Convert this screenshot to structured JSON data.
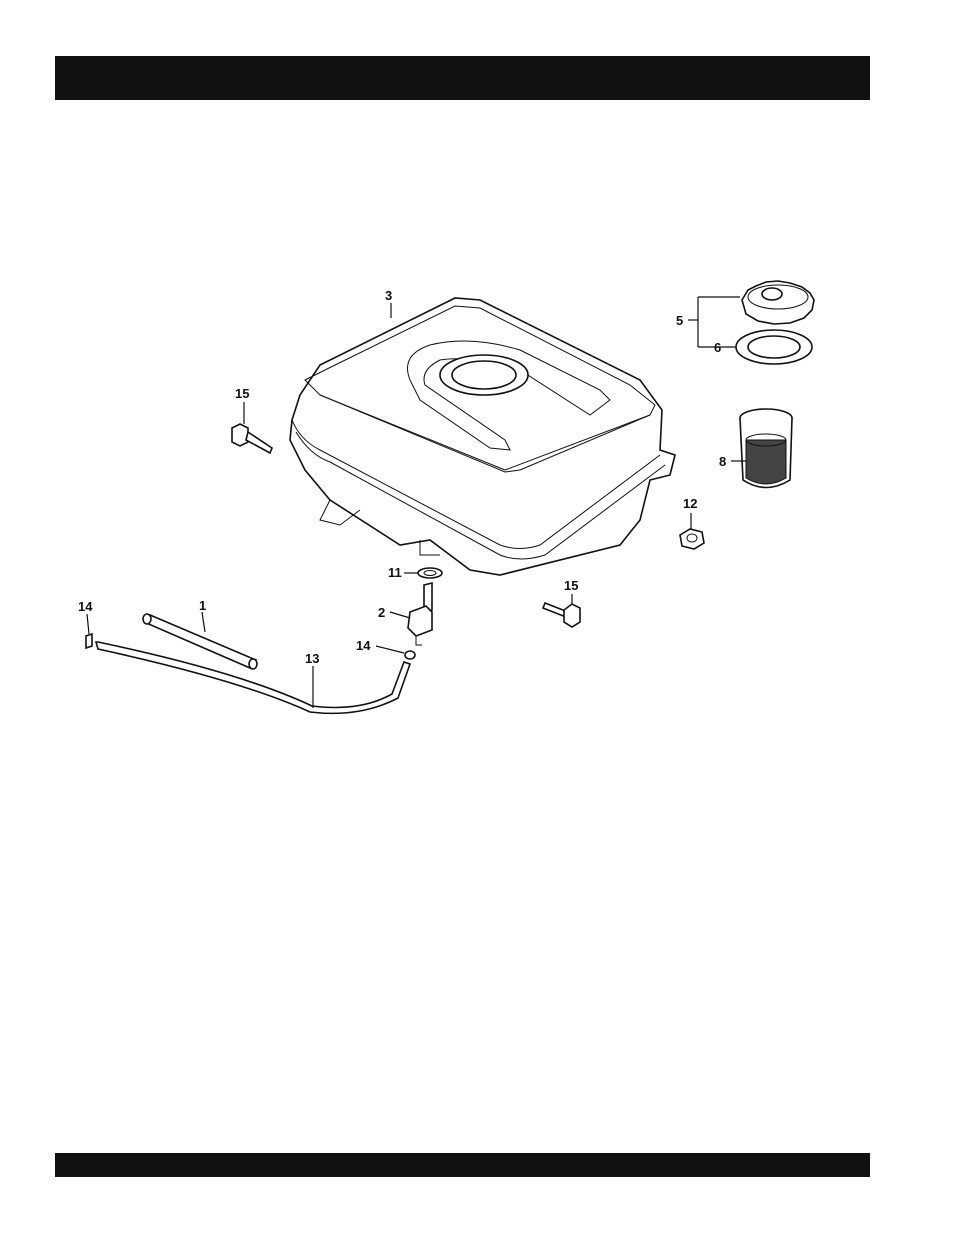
{
  "header": {
    "title": ""
  },
  "diagram": {
    "callouts": [
      {
        "id": "c3",
        "label": "3"
      },
      {
        "id": "c5",
        "label": "5"
      },
      {
        "id": "c6",
        "label": "6"
      },
      {
        "id": "c8",
        "label": "8"
      },
      {
        "id": "c12",
        "label": "12"
      },
      {
        "id": "c15a",
        "label": "15"
      },
      {
        "id": "c15b",
        "label": "15"
      },
      {
        "id": "c11",
        "label": "11"
      },
      {
        "id": "c2",
        "label": "2"
      },
      {
        "id": "c14a",
        "label": "14"
      },
      {
        "id": "c14b",
        "label": "14"
      },
      {
        "id": "c1",
        "label": "1"
      },
      {
        "id": "c13",
        "label": "13"
      }
    ]
  },
  "footer": {
    "text": ""
  }
}
